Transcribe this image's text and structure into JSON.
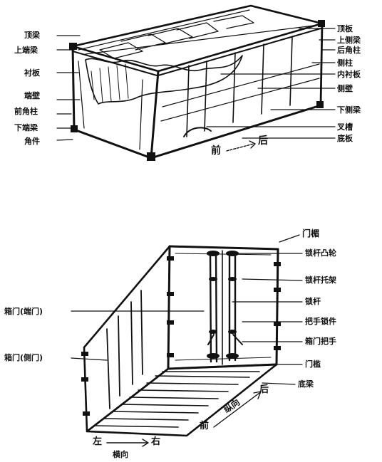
{
  "top_figure": {
    "left_labels": [
      "顶梁",
      "上端梁",
      "衬板",
      "端壁",
      "前角柱",
      "下端梁",
      "角件"
    ],
    "right_labels": [
      "顶板",
      "上侧梁",
      "后角柱",
      "侧柱",
      "内衬板",
      "侧壁",
      "下侧梁",
      "叉槽",
      "底板"
    ],
    "direction": {
      "front": "前",
      "back": "后"
    }
  },
  "bottom_figure": {
    "left_labels": [
      "箱门(端门)",
      "箱门(侧门)"
    ],
    "right_labels": [
      "门楣",
      "锁杆凸轮",
      "锁杆托架",
      "锁杆",
      "把手锁件",
      "箱门把手",
      "门槛",
      "底梁"
    ],
    "direction": {
      "front": "前",
      "longitudinal": "纵向",
      "back": "后",
      "left": "左",
      "right": "右",
      "transverse": "横向"
    }
  },
  "colors": {
    "ink": "#111111",
    "paper": "#ffffff"
  }
}
